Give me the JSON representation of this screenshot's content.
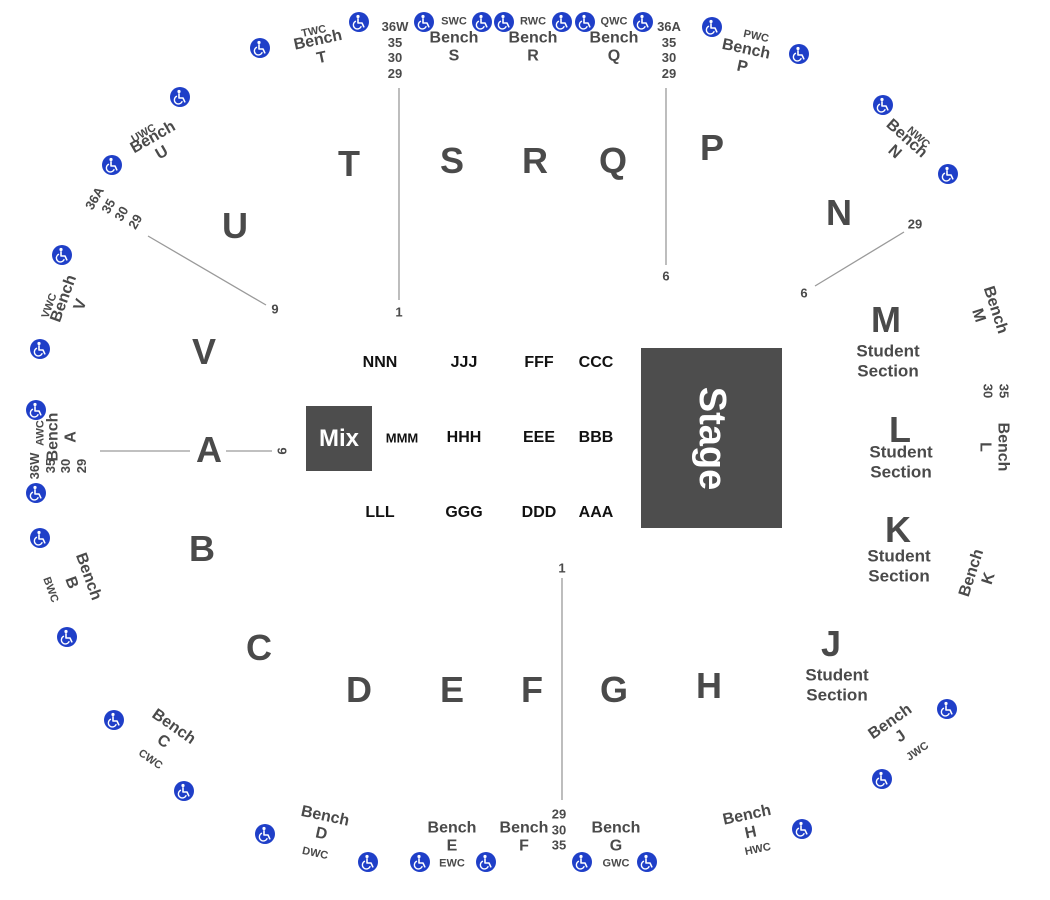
{
  "sections": {
    "T": "T",
    "S": "S",
    "R": "R",
    "Q": "Q",
    "P": "P",
    "N": "N",
    "U": "U",
    "V": "V",
    "A": "A",
    "B": "B",
    "C": "C",
    "D": "D",
    "E": "E",
    "F": "F",
    "G": "G",
    "H": "H",
    "J": "J",
    "K": "K",
    "L": "L",
    "M": "M"
  },
  "student_label": "Student Section",
  "floor": {
    "mix": "Mix",
    "stage": "Stage",
    "rows": [
      "NNN",
      "JJJ",
      "FFF",
      "CCC",
      "MMM",
      "HHH",
      "EEE",
      "BBB",
      "LLL",
      "GGG",
      "DDD",
      "AAA"
    ]
  },
  "benches": {
    "T": {
      "label": "Bench T",
      "wc": "TWC"
    },
    "S": {
      "label": "Bench S",
      "wc": "SWC"
    },
    "R": {
      "label": "Bench R",
      "wc": "RWC"
    },
    "Q": {
      "label": "Bench Q",
      "wc": "QWC"
    },
    "P": {
      "label": "Bench P",
      "wc": "PWC"
    },
    "N": {
      "label": "Bench N",
      "wc": "NWC"
    },
    "U": {
      "label": "Bench U",
      "wc": "UWC"
    },
    "V": {
      "label": "Bench V",
      "wc": "VWC"
    },
    "A": {
      "label": "Bench A",
      "wc": "AWC"
    },
    "B": {
      "label": "Bench B",
      "wc": "BWC"
    },
    "C": {
      "label": "Bench C",
      "wc": "CWC"
    },
    "D": {
      "label": "Bench D",
      "wc": "DWC"
    },
    "E": {
      "label": "Bench E",
      "wc": "EWC"
    },
    "F": {
      "label": "Bench F"
    },
    "G": {
      "label": "Bench G",
      "wc": "GWC"
    },
    "H": {
      "label": "Bench H",
      "wc": "HWC"
    },
    "J": {
      "label": "Bench J",
      "wc": "JWC"
    },
    "K": {
      "label": "Bench K"
    },
    "L": {
      "label": "Bench L"
    },
    "M": {
      "label": "Bench M"
    }
  },
  "row_numbers": {
    "top_left_stack": [
      "36W",
      "35",
      "30",
      "29"
    ],
    "top_left_end": "1",
    "top_right_stack": [
      "36A",
      "35",
      "30",
      "29"
    ],
    "top_right_end": "6",
    "upper_left_stack": [
      "36A",
      "35",
      "30",
      "29"
    ],
    "upper_left_end": "9",
    "upper_right_start": "29",
    "upper_right_end": "6",
    "left_stack": [
      "36W",
      "35",
      "30",
      "29"
    ],
    "left_end": "9",
    "bottom_start": "1",
    "bottom_stack": [
      "29",
      "30",
      "35"
    ],
    "right_stack": [
      "35",
      "30"
    ]
  },
  "colors": {
    "ink": "#4a4a4a",
    "box": "#4d4d4d",
    "wheelchair": "#1f3fc8",
    "line": "#9a9a9a"
  }
}
